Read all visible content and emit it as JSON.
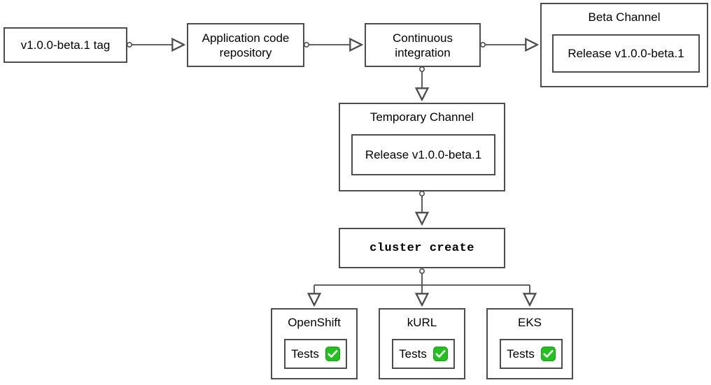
{
  "diagram": {
    "type": "flowchart",
    "stroke_color": "#4d4d4d",
    "background_color": "#ffffff",
    "nodes": [
      {
        "id": "tag",
        "label": "v1.0.0-beta.1 tag"
      },
      {
        "id": "repo",
        "label": "Application code\nrepository"
      },
      {
        "id": "ci",
        "label": "Continuous\nintegration"
      },
      {
        "id": "beta",
        "label": "Beta Channel",
        "inner_label": "Release v1.0.0-beta.1"
      },
      {
        "id": "temp",
        "label": "Temporary Channel",
        "inner_label": "Release v1.0.0-beta.1"
      },
      {
        "id": "cluster",
        "label": "cluster create"
      },
      {
        "id": "openshift",
        "label": "OpenShift",
        "inner_label": "Tests",
        "status_icon": "green-check-icon",
        "status_color": "#22c11e"
      },
      {
        "id": "kurl",
        "label": "kURL",
        "inner_label": "Tests",
        "status_icon": "green-check-icon",
        "status_color": "#22c11e"
      },
      {
        "id": "eks",
        "label": "EKS",
        "inner_label": "Tests",
        "status_icon": "green-check-icon",
        "status_color": "#22c11e"
      }
    ],
    "edges": [
      {
        "from": "tag",
        "to": "repo",
        "direction": "right"
      },
      {
        "from": "repo",
        "to": "ci",
        "direction": "right"
      },
      {
        "from": "ci",
        "to": "beta",
        "direction": "right"
      },
      {
        "from": "ci",
        "to": "temp",
        "direction": "down"
      },
      {
        "from": "temp",
        "to": "cluster",
        "direction": "down"
      },
      {
        "from": "cluster",
        "to": "openshift",
        "direction": "down-branch-left"
      },
      {
        "from": "cluster",
        "to": "kurl",
        "direction": "down-branch-center"
      },
      {
        "from": "cluster",
        "to": "eks",
        "direction": "down-branch-right"
      }
    ]
  }
}
